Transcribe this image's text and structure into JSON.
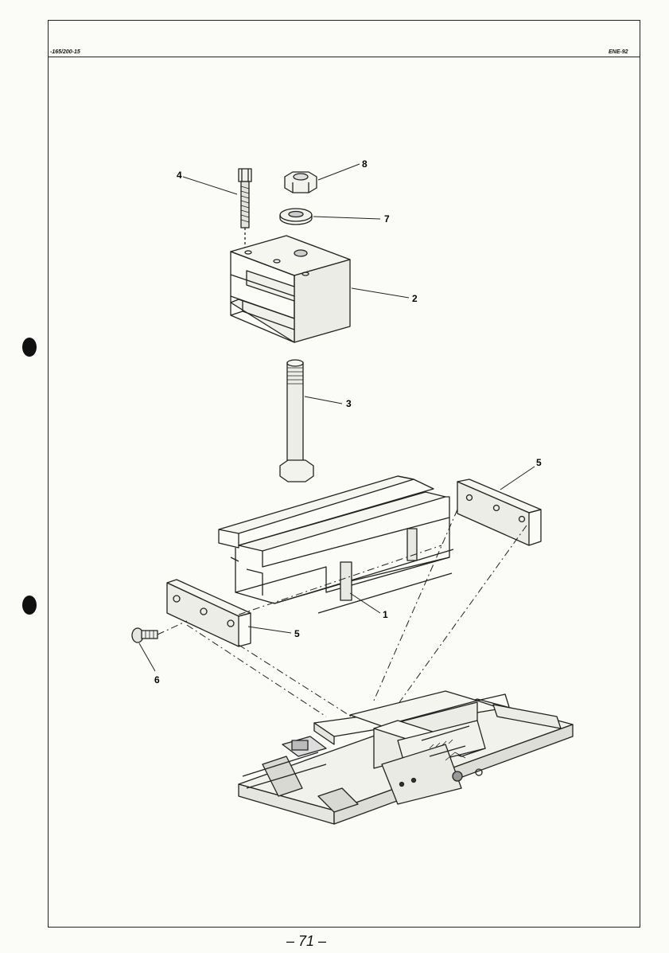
{
  "header": {
    "left_code": "-165/200-15",
    "right_code": "ENE-92"
  },
  "callouts": {
    "c1": "1",
    "c2": "2",
    "c3": "3",
    "c4": "4",
    "c5a": "5",
    "c5b": "5",
    "c6": "6",
    "c7": "7",
    "c8": "8"
  },
  "footer": {
    "page_number": "– 71 –"
  }
}
